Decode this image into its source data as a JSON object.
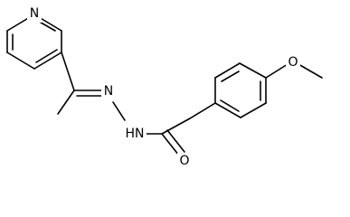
{
  "diagram": {
    "type": "chemical-structure",
    "bond_color": "#000000",
    "background": "#ffffff",
    "atoms": {
      "pyridine_n": "N",
      "hydrazone_n": "N",
      "amide_n": "HN",
      "carbonyl_o": "O",
      "ether_o": "O"
    }
  }
}
